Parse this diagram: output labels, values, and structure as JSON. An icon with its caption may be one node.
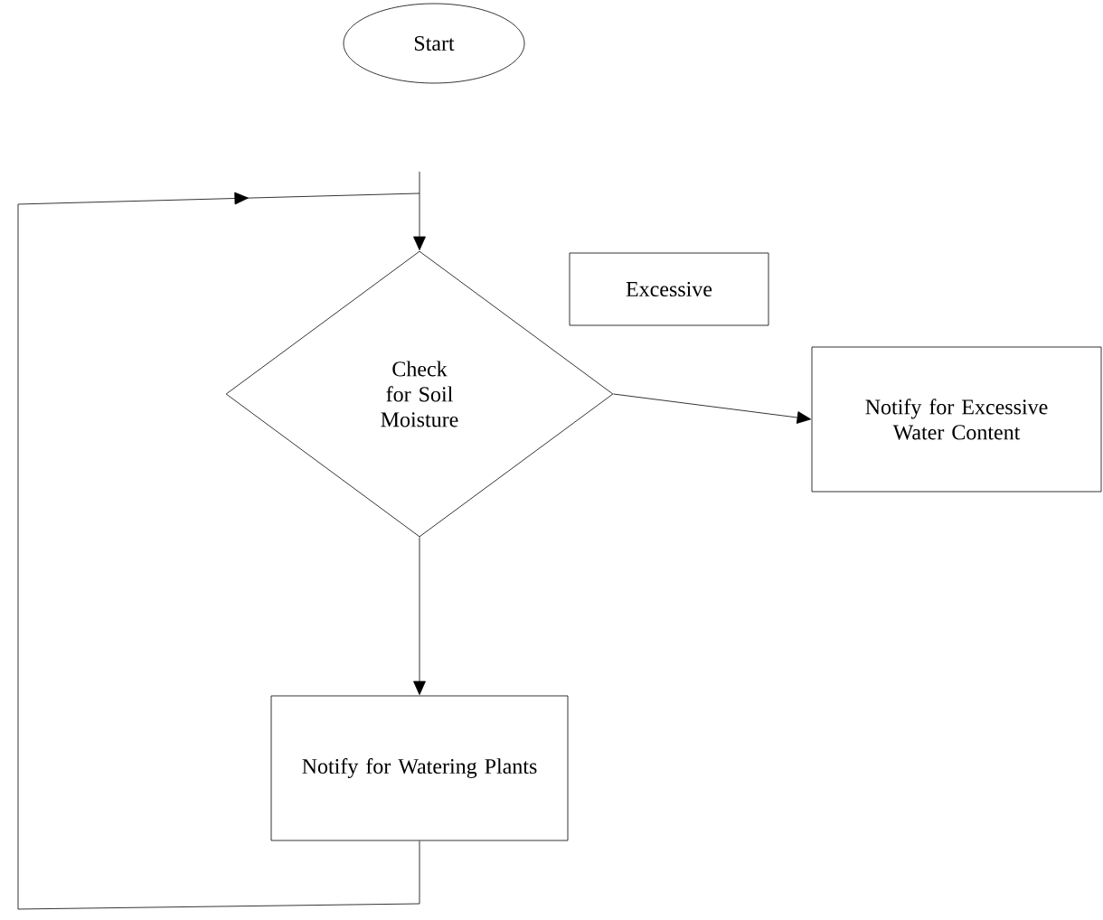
{
  "diagram": {
    "nodes": [
      {
        "text": [
          "Start"
        ]
      },
      {
        "text": [
          "Check for Soil Moisture"
        ]
      },
      {
        "text": [
          "Excessive"
        ]
      },
      {
        "text": [
          "Notify for Excessive Water Content"
        ]
      },
      {
        "text": [
          "Notify for Watering Plants"
        ]
      }
    ],
    "edges": [
      {
        "from": 1,
        "to": 3,
        "arrow": "to"
      },
      {
        "from": 1,
        "to": 4,
        "arrow": "to"
      },
      {
        "from": 4,
        "to": 1,
        "arrow": "to"
      }
    ]
  }
}
